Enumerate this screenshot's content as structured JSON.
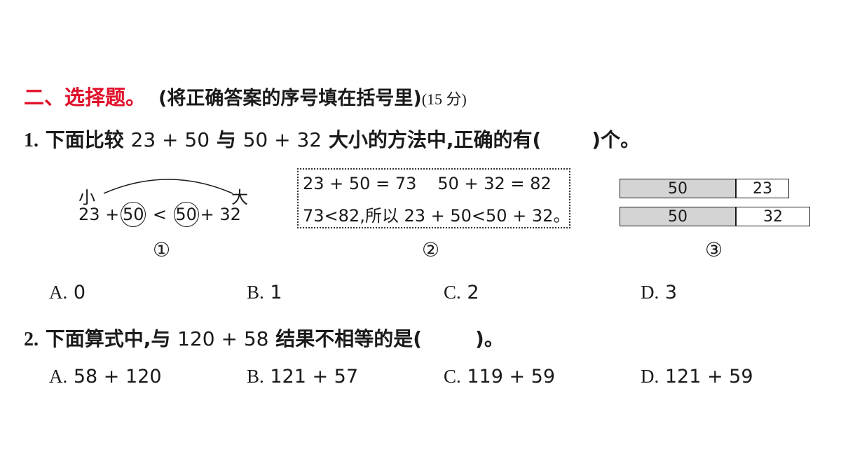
{
  "section": {
    "title": "二、选择题。",
    "instruction": "(将正确答案的序号填在括号里)",
    "points": "(15 分)"
  },
  "q1": {
    "number": "1.",
    "text_before": "下面比较",
    "expr1": "23 + 50",
    "text_mid": "与",
    "expr2": "50 + 32",
    "text_after": "大小的方法中,正确的有(",
    "text_end": ")个。",
    "figures": {
      "f1": {
        "left_label": "小",
        "right_label": "大",
        "t1": "23 +",
        "c1": "50",
        "op": "<",
        "c2": "50",
        "t2": "+ 32",
        "marker": "①"
      },
      "f2": {
        "line1a": "23 + 50 = 73",
        "line1b": "50 + 32 = 82",
        "line2": "73<82,所以 23 + 50<50 + 32。",
        "marker": "②"
      },
      "f3": {
        "bar1_a": "50",
        "bar1_b": "23",
        "bar2_a": "50",
        "bar2_b": "32",
        "marker": "③"
      }
    },
    "options": [
      {
        "letter": "A.",
        "value": "0"
      },
      {
        "letter": "B.",
        "value": "1"
      },
      {
        "letter": "C.",
        "value": "2"
      },
      {
        "letter": "D.",
        "value": "3"
      }
    ]
  },
  "q2": {
    "number": "2.",
    "text_before": "下面算式中,与",
    "expr": "120 + 58",
    "text_after": "结果不相等的是(",
    "text_end": ")。",
    "options": [
      {
        "letter": "A.",
        "value": "58 + 120"
      },
      {
        "letter": "B.",
        "value": "121 + 57"
      },
      {
        "letter": "C.",
        "value": "119 + 59"
      },
      {
        "letter": "D.",
        "value": "121 + 59"
      }
    ]
  }
}
